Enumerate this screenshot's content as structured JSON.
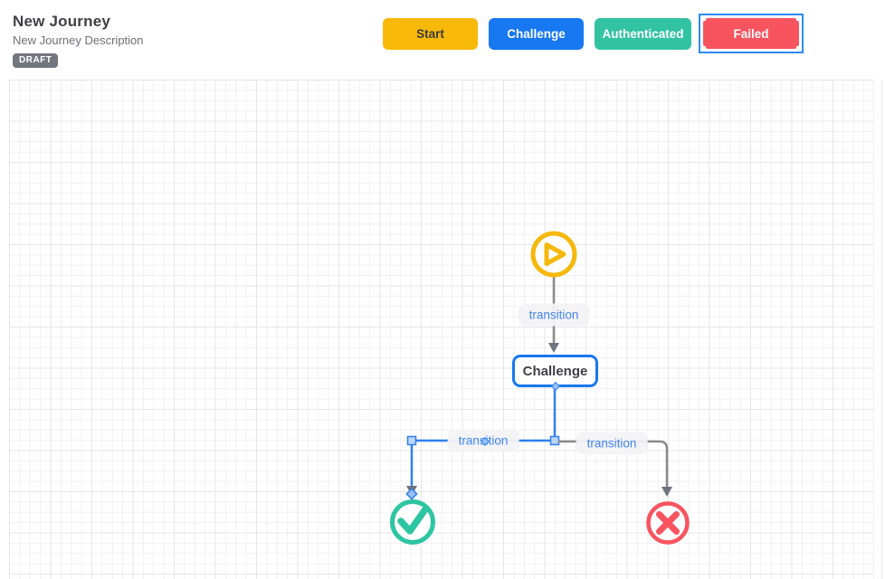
{
  "header": {
    "title": "New Journey",
    "description": "New Journey Description",
    "status_badge": "DRAFT"
  },
  "toolbar": {
    "buttons": [
      {
        "label": "Start",
        "color": "#F9B908",
        "text_color": "#3B3B3B",
        "selected": false
      },
      {
        "label": "Challenge",
        "color": "#1778F2",
        "text_color": "#FFFFFF",
        "selected": false
      },
      {
        "label": "Authenticated",
        "color": "#32C3A2",
        "text_color": "#FFFFFF",
        "selected": false
      },
      {
        "label": "Failed",
        "color": "#F8545F",
        "text_color": "#FFFFFF",
        "selected": true,
        "selection_border_color": "#2E89F8"
      }
    ]
  },
  "canvas": {
    "nodes": [
      {
        "id": "start",
        "icon": "play-icon",
        "color": "#F5B80C"
      },
      {
        "id": "challenge",
        "label": "Challenge",
        "border_color": "#1778F2"
      },
      {
        "id": "authenticated",
        "icon": "check-icon",
        "color": "#2EC5A2"
      },
      {
        "id": "failed",
        "icon": "cross-icon",
        "color": "#F8545F"
      }
    ],
    "edges": [
      {
        "label": "transition",
        "from": "start",
        "to": "challenge",
        "color": "#8A8A8A",
        "selected": false
      },
      {
        "label": "transition",
        "from": "challenge",
        "to": "authenticated",
        "color": "#2F80ED",
        "selected": true
      },
      {
        "label": "transition",
        "from": "challenge",
        "to": "failed",
        "color": "#8A8A8A",
        "selected": false
      }
    ]
  }
}
